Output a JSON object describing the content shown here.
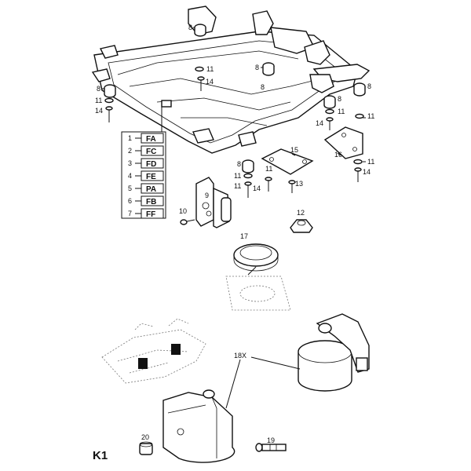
{
  "page_id": "K1",
  "part_callouts": [
    "8",
    "8",
    "8",
    "8",
    "8",
    "8",
    "8",
    "9",
    "10",
    "11",
    "11",
    "11",
    "11",
    "11",
    "11",
    "11",
    "11",
    "12",
    "13",
    "14",
    "14",
    "14",
    "14",
    "14",
    "15",
    "16",
    "17",
    "18X",
    "19",
    "20"
  ],
  "variant_table": {
    "rows": [
      {
        "num": "1",
        "code": "FA"
      },
      {
        "num": "2",
        "code": "FC"
      },
      {
        "num": "3",
        "code": "FD"
      },
      {
        "num": "4",
        "code": "FE"
      },
      {
        "num": "5",
        "code": "PA"
      },
      {
        "num": "6",
        "code": "FB"
      },
      {
        "num": "7",
        "code": "FF"
      }
    ]
  }
}
